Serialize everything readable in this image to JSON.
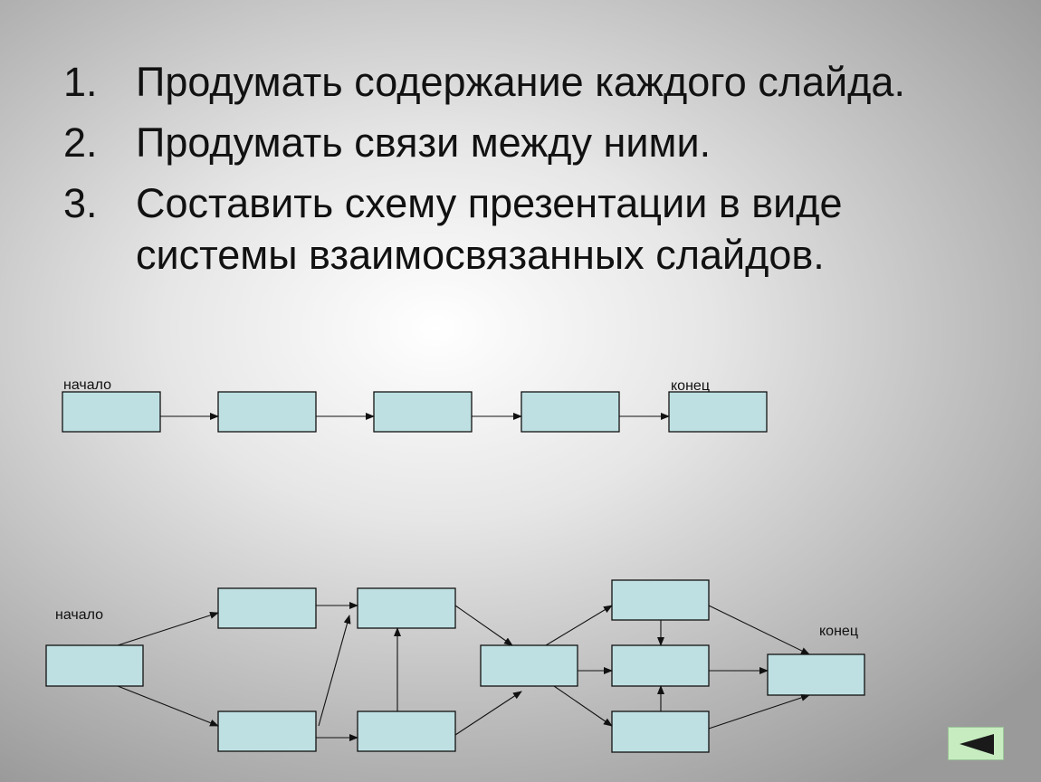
{
  "steps": [
    {
      "number": "1.",
      "text": "Продумать содержание каждого слайда."
    },
    {
      "number": "2.",
      "text": "Продумать связи между ними."
    },
    {
      "number": "3.",
      "text": "Составить схему презентации в виде системы взаимосвязанных слайдов."
    }
  ],
  "linear_scheme": {
    "start_label": "начало",
    "end_label": "конец"
  },
  "network_scheme": {
    "start_label": "начало",
    "end_label": "конец"
  },
  "navigation": {
    "back_icon": "triangle-left-icon"
  },
  "colors": {
    "box_fill": "#bfe0e3",
    "back_button_fill": "#c6ecc0",
    "back_arrow": "#1a1a1a"
  }
}
